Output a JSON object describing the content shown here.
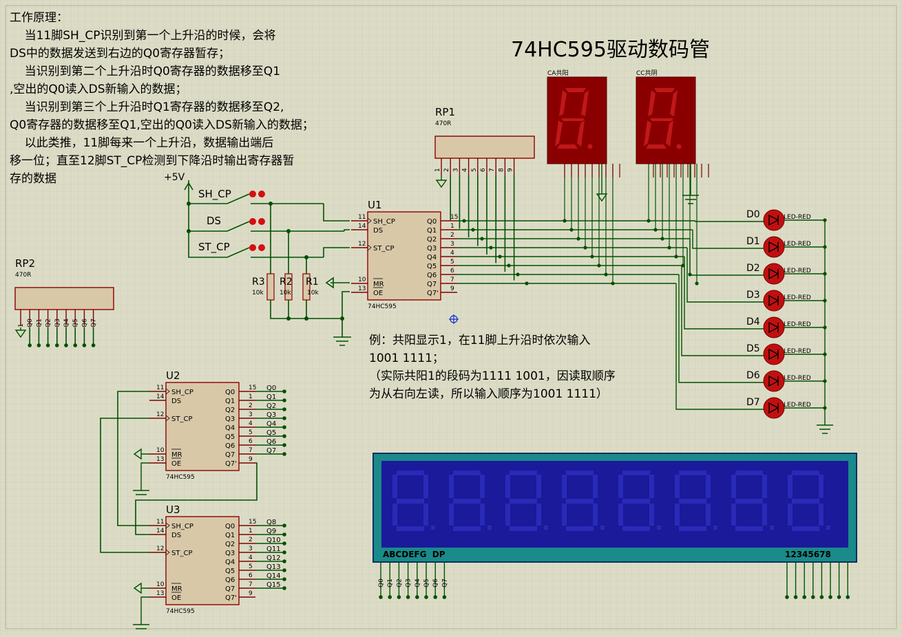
{
  "title": "74HC595驱动数码管",
  "notes": {
    "principle": [
      "工作原理：",
      "    当11脚SH_CP识别到第一个上升沿的时候，会将",
      "DS中的数据发送到右边的Q0寄存器暂存；",
      "    当识别到第二个上升沿时Q0寄存器的数据移至Q1",
      ",空出的Q0读入DS新输入的数据；",
      "    当识别到第三个上升沿时Q1寄存器的数据移至Q2,",
      "Q0寄存器的数据移至Q1,空出的Q0读入DS新输入的数据；",
      "    以此类推，11脚每来一个上升沿，数据输出端后",
      "移一位；直至12脚ST_CP检测到下降沿时输出寄存器暂",
      "存的数据"
    ],
    "example": [
      "例：共阳显示1，在11脚上升沿时依次输入",
      "1001 1111；",
      "（实际共阳1的段码为1111 1001，因读取顺序",
      "为从右向左读，所以输入顺序为1001 1111）"
    ]
  },
  "power": "+5V",
  "switches": [
    "SH_CP",
    "DS",
    "ST_CP"
  ],
  "resistors": [
    {
      "ref": "R3",
      "value": "10k"
    },
    {
      "ref": "R2",
      "value": "10k"
    },
    {
      "ref": "R1",
      "value": "10k"
    }
  ],
  "rp1": {
    "ref": "RP1",
    "value": "470R",
    "pins": [
      "1",
      "2",
      "3",
      "4",
      "5",
      "6",
      "7",
      "8",
      "9"
    ]
  },
  "rp2": {
    "ref": "RP2",
    "value": "470R",
    "pins": [
      "1",
      "Q0",
      "Q1",
      "Q2",
      "Q3",
      "Q4",
      "Q5",
      "Q6",
      "Q7"
    ]
  },
  "displays": [
    {
      "label": "CA共阳"
    },
    {
      "label": "CC共阴"
    }
  ],
  "chips": [
    {
      "ref": "U1",
      "part": "74HC595",
      "outs": [
        "Q0",
        "Q1",
        "Q2",
        "Q3",
        "Q4",
        "Q5",
        "Q6",
        "Q7",
        "Q7'"
      ],
      "nets": []
    },
    {
      "ref": "U2",
      "part": "74HC595",
      "outs": [
        "Q0",
        "Q1",
        "Q2",
        "Q3",
        "Q4",
        "Q5",
        "Q6",
        "Q7",
        "Q7'"
      ],
      "nets": [
        "Q0",
        "Q1",
        "Q2",
        "Q3",
        "Q4",
        "Q5",
        "Q6",
        "Q7"
      ]
    },
    {
      "ref": "U3",
      "part": "74HC595",
      "outs": [
        "Q0",
        "Q1",
        "Q2",
        "Q3",
        "Q4",
        "Q5",
        "Q6",
        "Q7",
        "Q7'"
      ],
      "nets": [
        "Q8",
        "Q9",
        "Q10",
        "Q11",
        "Q12",
        "Q13",
        "Q14",
        "Q15"
      ]
    }
  ],
  "chip_inputs": [
    {
      "pin": "11",
      "name": "SH_CP"
    },
    {
      "pin": "14",
      "name": "DS"
    },
    {
      "pin": "12",
      "name": "ST_CP"
    },
    {
      "pin": "10",
      "name": "MR"
    },
    {
      "pin": "13",
      "name": "OE"
    }
  ],
  "chip_out_pins": [
    "15",
    "1",
    "2",
    "3",
    "4",
    "5",
    "6",
    "7",
    "9"
  ],
  "leds": {
    "refs": [
      "D0",
      "D1",
      "D2",
      "D3",
      "D4",
      "D5",
      "D6",
      "D7"
    ],
    "type": "LED-RED"
  },
  "lcd": {
    "seg_label": "ABCDEFG  DP",
    "dig_label": "12345678",
    "seg_nets": [
      "Q0",
      "Q1",
      "Q2",
      "Q3",
      "Q4",
      "Q5",
      "Q6",
      "Q7"
    ]
  },
  "colors": {
    "wire": "#005000",
    "pin": "#800000",
    "chip": "#d8c8a8",
    "lcd_bg": "#1a1a9a",
    "lcd_frame": "#1a8a8a",
    "led": "#c01010"
  }
}
